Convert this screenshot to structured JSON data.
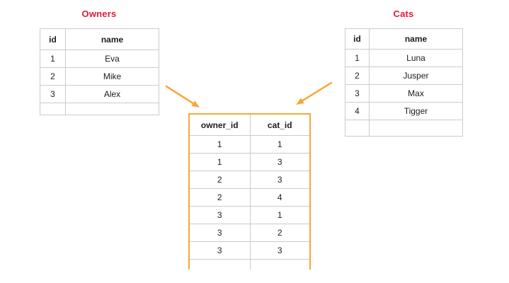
{
  "diagram": {
    "description": "Many-to-many relationship between Owners and Cats via a junction table"
  },
  "colors": {
    "title_red": "#e4173a",
    "accent_orange": "#f7a737",
    "table_border_gray": "#cbcbcb",
    "text": "#1d1d1f",
    "background": "#ffffff"
  },
  "tables": {
    "owners": {
      "title": "Owners",
      "headers": [
        "id",
        "name"
      ],
      "rows": [
        [
          "1",
          "Eva"
        ],
        [
          "2",
          "Mike"
        ],
        [
          "3",
          "Alex"
        ]
      ]
    },
    "cats": {
      "title": "Cats",
      "headers": [
        "id",
        "name"
      ],
      "rows": [
        [
          "1",
          "Luna"
        ],
        [
          "2",
          "Jusper"
        ],
        [
          "3",
          "Max"
        ],
        [
          "4",
          "Tigger"
        ]
      ]
    },
    "junction": {
      "headers": [
        "owner_id",
        "cat_id"
      ],
      "rows": [
        [
          "1",
          "1"
        ],
        [
          "1",
          "3"
        ],
        [
          "2",
          "3"
        ],
        [
          "2",
          "4"
        ],
        [
          "3",
          "1"
        ],
        [
          "3",
          "2"
        ],
        [
          "3",
          "3"
        ]
      ]
    }
  }
}
